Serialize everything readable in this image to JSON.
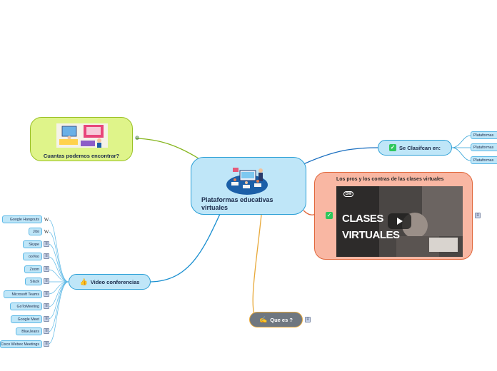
{
  "central": {
    "title": "Plataformas educativas virtuales"
  },
  "green_node": {
    "title": "Cuantas podemos encontrar?",
    "icon": "globe-icon"
  },
  "classify_node": {
    "title": "Se Clasifcan en:",
    "icon": "checkmark-icon",
    "children": [
      "Plataformas",
      "Plataformas",
      "Plataformas"
    ]
  },
  "pros_node": {
    "title": "Los pros y los contras de las clases virtuales",
    "video_title_line1": "CLASES",
    "video_title_line2": "VIRTUALES",
    "video_logo": "DW",
    "icon": "checkmark-icon"
  },
  "video_node": {
    "title": "Video conferencias",
    "icon": "thumbs-up-icon",
    "children": [
      {
        "label": "Google Hangouts",
        "icon": "W"
      },
      {
        "label": "Jitsi",
        "icon": "W"
      },
      {
        "label": "Skype",
        "icon": "≡"
      },
      {
        "label": "ooVoo",
        "icon": "≡"
      },
      {
        "label": "Zoom",
        "icon": "≡"
      },
      {
        "label": "Slack",
        "icon": "≡"
      },
      {
        "label": "Microsoft Teams",
        "icon": "≡"
      },
      {
        "label": "GoToMeeting",
        "icon": "≡"
      },
      {
        "label": "Google Meet",
        "icon": "≡"
      },
      {
        "label": "BlueJeans",
        "icon": "≡"
      },
      {
        "label": "Cisco Webex Meetings",
        "icon": "≡"
      }
    ]
  },
  "que_node": {
    "title": "Que es ?",
    "icon": "writing-hand-icon"
  },
  "colors": {
    "central": "#bfe6f8",
    "green": "#dff48a",
    "salmon": "#f9b7a3",
    "que": "#6f7780",
    "link_green": "#86b51e",
    "link_blue": "#1a8fd0",
    "link_orange": "#e0663a",
    "link_yellow": "#e8a93a"
  }
}
